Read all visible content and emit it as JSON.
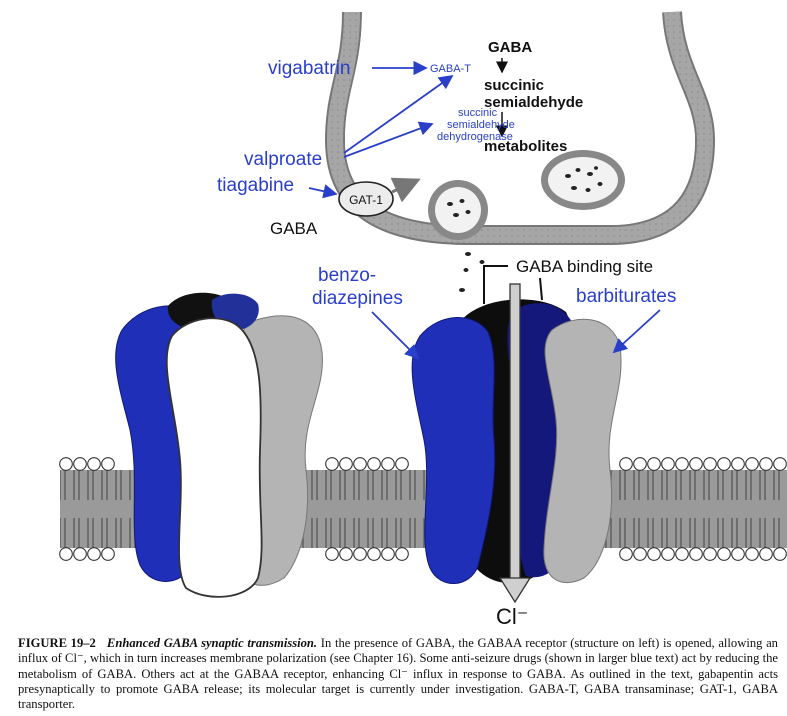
{
  "labels": {
    "gaba_top": "GABA",
    "gaba_t": "GABA-T",
    "succinic_semialdehyde_1": "succinic",
    "succinic_semialdehyde_2": "semialdehyde",
    "ssadh_1": "succinic",
    "ssadh_2": "semialdehyde",
    "ssadh_3": "dehydrogenase",
    "metabolites": "metabolites",
    "vigabatrin": "vigabatrin",
    "valproate": "valproate",
    "tiagabine": "tiagabine",
    "gat1": "GAT-1",
    "gaba_left": "GABA",
    "gaba_binding_site": "GABA binding site",
    "benzo_1": "benzo-",
    "benzo_2": "diazepines",
    "barbiturates": "barbiturates",
    "cl_ion": "Cl⁻"
  },
  "caption": {
    "figure_label": "FIGURE 19–2",
    "title": "Enhanced GABA synaptic transmission.",
    "body": "In the presence of GABA, the GABAA receptor (structure on left) is opened, allowing an influx of Cl⁻, which in turn increases membrane polarization (see Chapter 16). Some anti-seizure drugs (shown in larger blue text) act by reducing the metabolism of GABA. Others act at the GABAA receptor, enhancing Cl⁻ influx in response to GABA. As outlined in the text, gabapentin acts presynaptically to promote GABA release; its molecular target is currently under investigation. GABA-T, GABA transaminase; GAT-1, GABA transporter."
  },
  "colors": {
    "drug_blue": "#2a3fc9",
    "subunit_blue": "#1f2fb8",
    "subunit_navy": "#14187a",
    "subunit_gray": "#b4b4b4",
    "membrane_gray": "#9a9a9a"
  }
}
